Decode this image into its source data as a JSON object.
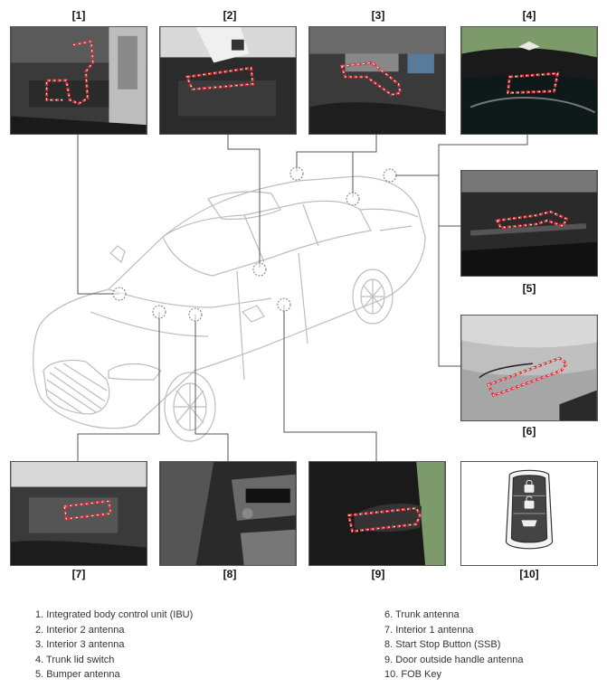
{
  "tags": [
    "[1]",
    "[2]",
    "[3]",
    "[4]",
    "[5]",
    "[6]",
    "[7]",
    "[8]",
    "[9]",
    "[10]"
  ],
  "legend_left": [
    "1. Integrated body control unit (IBU)",
    "2. Interior 2 antenna",
    "3. Interior 3 antenna",
    "4. Trunk lid switch",
    "5. Bumper antenna"
  ],
  "legend_right": [
    "6. Trunk antenna",
    "7. Interior 1 antenna",
    "8. Start Stop Button (SSB)",
    "9. Door outside handle antenna",
    "10. FOB Key"
  ],
  "colors": {
    "highlight": "#e0343a",
    "leader": "#555555",
    "car_outline": "#b8b8b8"
  }
}
